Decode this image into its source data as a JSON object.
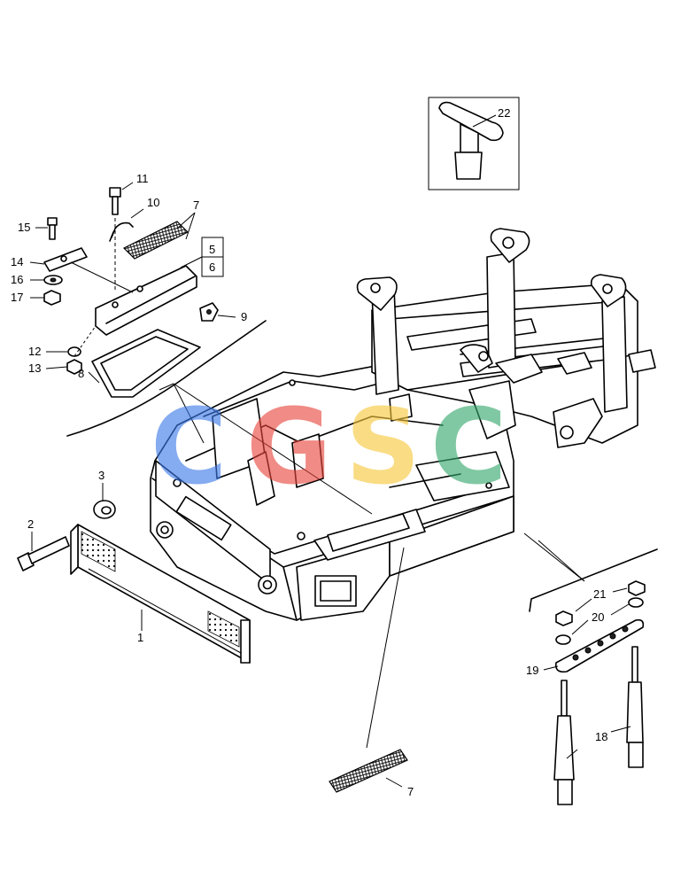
{
  "diagram": {
    "callouts": {
      "c1": "1",
      "c2": "2",
      "c3": "3",
      "c5": "5",
      "c6": "6",
      "c7a": "7",
      "c7b": "7",
      "c8": "8",
      "c9": "9",
      "c10": "10",
      "c11": "11",
      "c12": "12",
      "c13": "13",
      "c14": "14",
      "c15": "15",
      "c16": "16",
      "c17": "17",
      "c18": "18",
      "c19": "19",
      "c20": "20",
      "c21": "21",
      "c22": "22"
    },
    "watermark": {
      "letters": [
        "C",
        "G",
        "S",
        "C"
      ],
      "colors": [
        "#3b78e7",
        "#e8453c",
        "#f6c73a",
        "#34a86b"
      ]
    }
  }
}
